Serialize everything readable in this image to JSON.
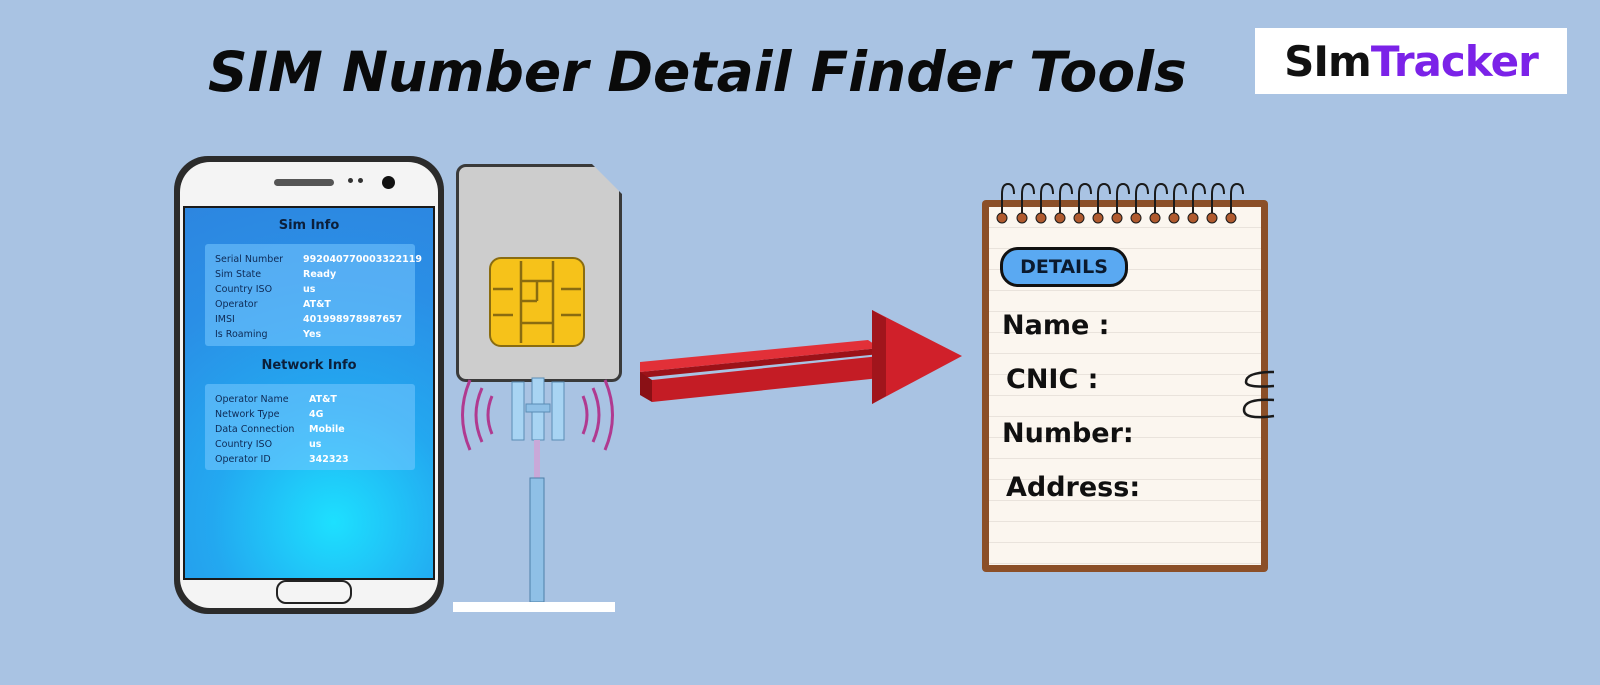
{
  "title": "SIM Number Detail Finder Tools",
  "logo": {
    "part1": "SIm",
    "part2": "Tracker",
    "color1": "#111111",
    "color2": "#7b22e8"
  },
  "phone": {
    "sim_info_title": "Sim Info",
    "sim_info": [
      {
        "label": "Serial Number",
        "value": "992040770003322119"
      },
      {
        "label": "Sim State",
        "value": "Ready"
      },
      {
        "label": "Country ISO",
        "value": "us"
      },
      {
        "label": "Operator",
        "value": "AT&T"
      },
      {
        "label": "IMSI",
        "value": "401998978987657"
      },
      {
        "label": "Is Roaming",
        "value": "Yes"
      }
    ],
    "network_info_title": "Network Info",
    "network_info": [
      {
        "label": "Operator Name",
        "value": "AT&T"
      },
      {
        "label": "Network Type",
        "value": "4G"
      },
      {
        "label": "Data Connection",
        "value": "Mobile"
      },
      {
        "label": "Country ISO",
        "value": "us"
      },
      {
        "label": "Operator ID",
        "value": "342323"
      }
    ]
  },
  "notepad": {
    "badge": "DETAILS",
    "fields": [
      "Name :",
      "CNIC :",
      "Number:",
      "Address:"
    ]
  },
  "colors": {
    "background": "#a9c3e3",
    "arrow": "#d0202a",
    "chip": "#f6c21a",
    "badge": "#5aa9f2"
  }
}
